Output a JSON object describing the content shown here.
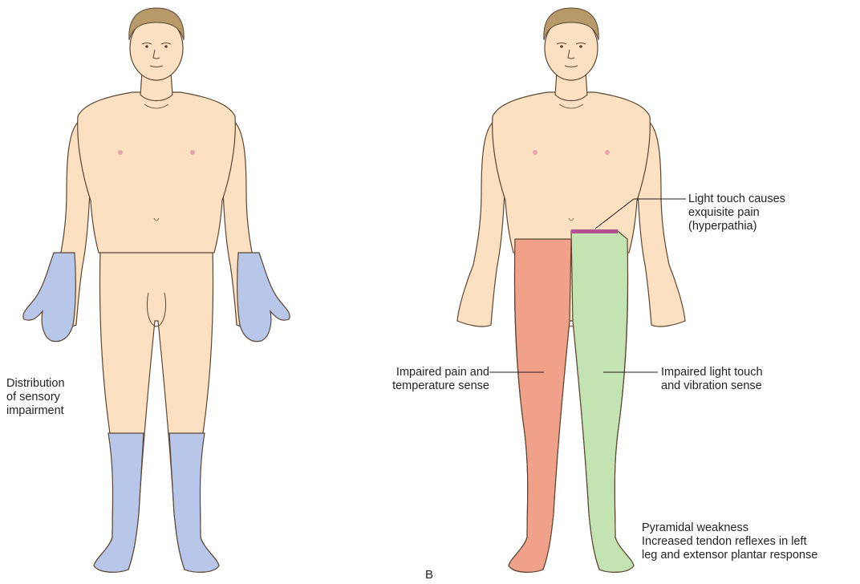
{
  "figure": {
    "panel_letter": "B",
    "colors": {
      "skin": "#fbe1c1",
      "skin_outline": "#5a4632",
      "hair": "#b89a6a",
      "impairment_blue": "#b8c6ea",
      "pain_temperature_red": "#f1a089",
      "light_touch_green": "#c4e3b2",
      "hyperpathia_band": "#b4508f",
      "leader_line": "#231f20"
    },
    "left_panel": {
      "label": "Distribution\nof sensory\nimpairment"
    },
    "right_panel": {
      "hyperpathia_label": "Light touch causes\nexquisite pain\n(hyperpathia)",
      "pain_label": "Impaired pain and\ntemperature sense",
      "touch_label": "Impaired light touch\nand vibration sense",
      "weakness_label": "Pyramidal weakness\nIncreased tendon reflexes in left\nleg and extensor plantar response"
    }
  }
}
